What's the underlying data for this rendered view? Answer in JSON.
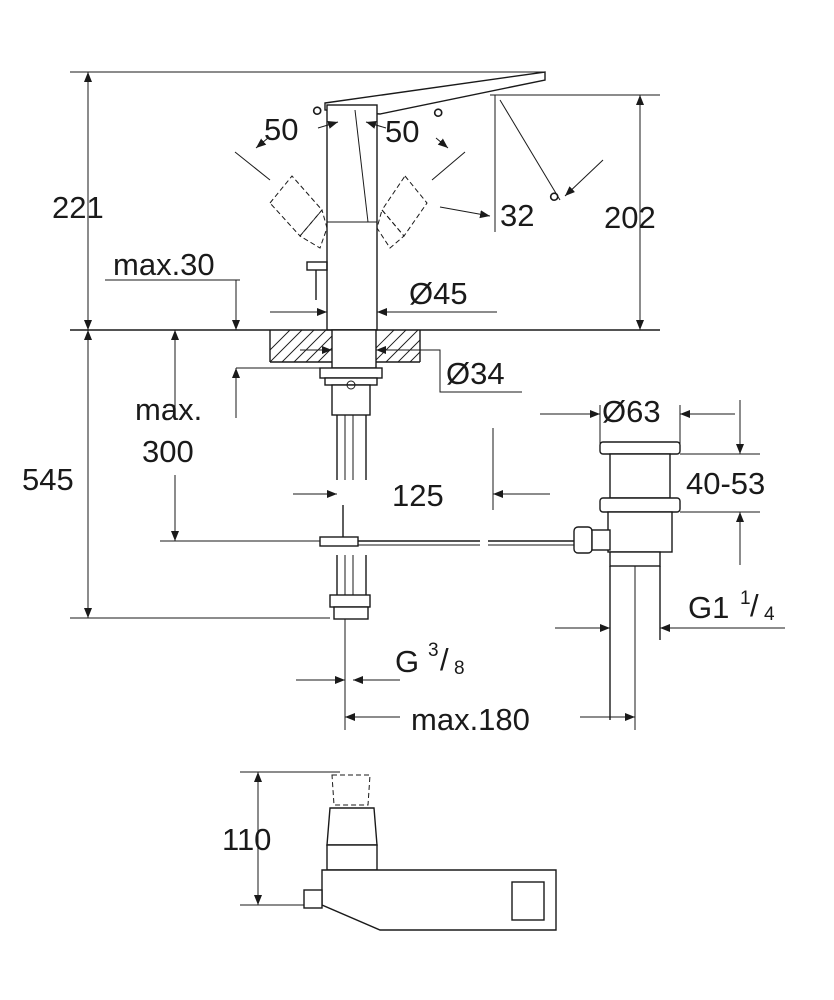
{
  "dimensions": {
    "height_total": "221",
    "height_spout": "202",
    "angle_left": "50",
    "angle_right": "50",
    "angle_spout": "32",
    "degree_symbol": "°",
    "max_deck": "max.30",
    "diameter_body": "Ø45",
    "diameter_base": "Ø34",
    "max_hose_line1": "max.",
    "max_hose_line2": "300",
    "height_below": "545",
    "offset": "125",
    "diameter_waste": "Ø63",
    "waste_range": "40-53",
    "waste_thread_main": "G1",
    "waste_thread_num": "1",
    "waste_thread_sep": "/",
    "waste_thread_den": "4",
    "connection_thread_main": "G",
    "connection_thread_num": "3",
    "connection_thread_sep": "/",
    "connection_thread_den": "8",
    "max_distance": "max.180",
    "height_side": "110"
  }
}
